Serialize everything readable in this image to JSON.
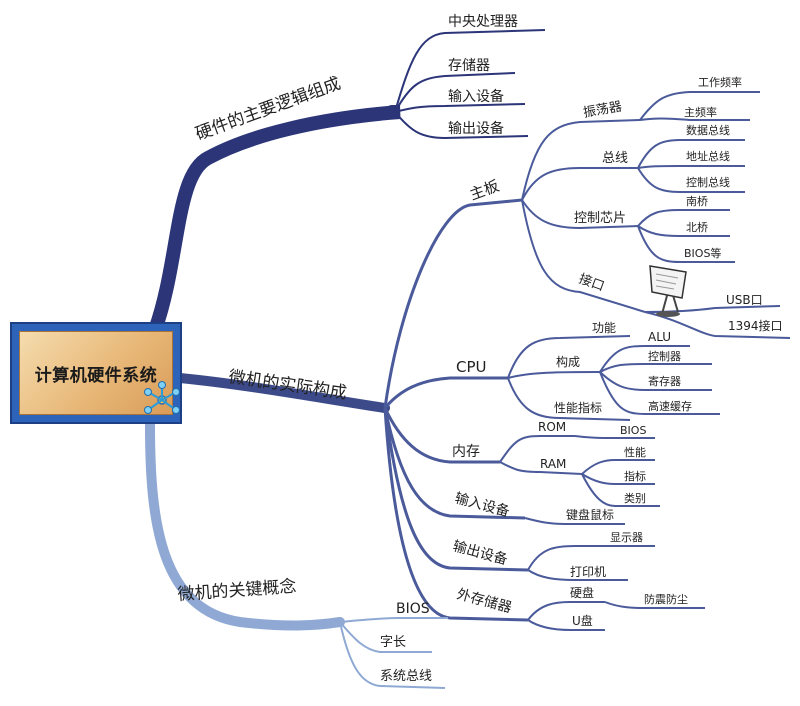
{
  "root": {
    "label": "计算机硬件系统"
  },
  "branches": {
    "logic": {
      "label": "硬件的主要逻辑组成",
      "items": [
        "中央处理器",
        "存储器",
        "输入设备",
        "输出设备"
      ]
    },
    "actual": {
      "label": "微机的实际构成",
      "mainboard": {
        "label": "主板",
        "oscillator": {
          "label": "振荡器",
          "items": [
            "工作频率",
            "主频率"
          ]
        },
        "bus": {
          "label": "总线",
          "items": [
            "数据总线",
            "地址总线",
            "控制总线"
          ]
        },
        "chipset": {
          "label": "控制芯片",
          "items": [
            "南桥",
            "北桥",
            "BIOS等"
          ]
        },
        "ports": {
          "label": "接口",
          "items": [
            "USB口",
            "1394接口"
          ]
        }
      },
      "cpu": {
        "label": "CPU",
        "function": "功能",
        "structure": {
          "label": "构成",
          "items": [
            "ALU",
            "控制器",
            "寄存器",
            "高速缓存"
          ]
        },
        "performance": "性能指标"
      },
      "memory": {
        "label": "内存",
        "rom": {
          "label": "ROM",
          "items": [
            "BIOS"
          ]
        },
        "ram": {
          "label": "RAM",
          "items": [
            "性能",
            "指标",
            "类别"
          ]
        }
      },
      "input": {
        "label": "输入设备",
        "items": [
          "键盘鼠标"
        ]
      },
      "output": {
        "label": "输出设备",
        "items": [
          "显示器",
          "打印机"
        ]
      },
      "storage": {
        "label": "外存储器",
        "hdd": {
          "label": "硬盘",
          "items": [
            "防震防尘"
          ]
        },
        "usb": "U盘"
      }
    },
    "concepts": {
      "label": "微机的关键概念",
      "items": [
        "BIOS",
        "字长",
        "系统总线"
      ]
    }
  },
  "colors": {
    "dark": "#2b3578",
    "mid": "#4a5a9a",
    "light": "#8fa9d4",
    "box": "#2d63b8"
  },
  "icons": [
    "network-star-icon",
    "presentation-easel-icon"
  ]
}
